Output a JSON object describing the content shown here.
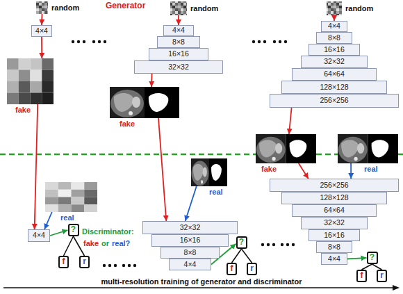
{
  "diagram": {
    "nodes": [
      {
        "text": [
          "random"
        ]
      },
      {
        "text": [
          "random"
        ]
      },
      {
        "text": [
          "random"
        ]
      },
      {
        "text": [
          "4×4"
        ]
      },
      {
        "text": [
          "4×4"
        ]
      },
      {
        "text": [
          "8×8"
        ]
      },
      {
        "text": [
          "16×16"
        ]
      },
      {
        "text": [
          "32×32"
        ]
      },
      {
        "text": [
          "4×4"
        ]
      },
      {
        "text": [
          "8×8"
        ]
      },
      {
        "text": [
          "16×16"
        ]
      },
      {
        "text": [
          "32×32"
        ]
      },
      {
        "text": [
          "64×64"
        ]
      },
      {
        "text": [
          "128×128"
        ]
      },
      {
        "text": [
          "256×256"
        ]
      },
      {
        "text": [
          "fake"
        ]
      },
      {
        "text": [
          "fake"
        ]
      },
      {
        "text": [
          "fake"
        ]
      },
      {
        "text": [
          "real"
        ]
      },
      {
        "text": [
          "real"
        ]
      },
      {
        "text": [
          "real"
        ]
      },
      {
        "text": [
          "4×4"
        ]
      },
      {
        "text": [
          "32×32"
        ]
      },
      {
        "text": [
          "16×16"
        ]
      },
      {
        "text": [
          "8×8"
        ]
      },
      {
        "text": [
          "4×4"
        ]
      },
      {
        "text": [
          "256×256"
        ]
      },
      {
        "text": [
          "128×128"
        ]
      },
      {
        "text": [
          "64×64"
        ]
      },
      {
        "text": [
          "32×32"
        ]
      },
      {
        "text": [
          "16×16"
        ]
      },
      {
        "text": [
          "8×8"
        ]
      },
      {
        "text": [
          "4×4"
        ]
      },
      {
        "text": [
          "?"
        ]
      },
      {
        "text": [
          "f"
        ]
      },
      {
        "text": [
          "r"
        ]
      },
      {
        "text": [
          "?"
        ]
      },
      {
        "text": [
          "f"
        ]
      },
      {
        "text": [
          "r"
        ]
      },
      {
        "text": [
          "?"
        ]
      },
      {
        "text": [
          "f"
        ]
      },
      {
        "text": [
          "r"
        ]
      }
    ],
    "edges": [
      {
        "from": 0,
        "to": 3,
        "arrow": "to"
      },
      {
        "from": 1,
        "to": 4,
        "arrow": "to"
      },
      {
        "from": 2,
        "to": 8,
        "arrow": "to"
      },
      {
        "from": 3,
        "to": 15,
        "arrow": "to"
      },
      {
        "from": 7,
        "to": 16,
        "arrow": "to"
      },
      {
        "from": 14,
        "to": 17,
        "arrow": "to"
      },
      {
        "from": 15,
        "to": 21,
        "arrow": "to"
      },
      {
        "from": 16,
        "to": 22,
        "arrow": "to"
      },
      {
        "from": 17,
        "to": 26,
        "arrow": "to"
      },
      {
        "from": 18,
        "to": 21,
        "arrow": "to"
      },
      {
        "from": 19,
        "to": 22,
        "arrow": "to"
      },
      {
        "from": 20,
        "to": 26,
        "arrow": "to"
      },
      {
        "from": 21,
        "to": 33,
        "arrow": "to"
      },
      {
        "from": 25,
        "to": 36,
        "arrow": "to"
      },
      {
        "from": 32,
        "to": 39,
        "arrow": "to"
      },
      {
        "from": 33,
        "to": 34,
        "arrow": "none"
      },
      {
        "from": 33,
        "to": 35,
        "arrow": "none"
      },
      {
        "from": 36,
        "to": 37,
        "arrow": "none"
      },
      {
        "from": 36,
        "to": 38,
        "arrow": "none"
      },
      {
        "from": 39,
        "to": 40,
        "arrow": "none"
      },
      {
        "from": 39,
        "to": 41,
        "arrow": "none"
      }
    ],
    "labels": [
      "Generator",
      "Discriminator:",
      "fake",
      "or",
      "real?",
      "multi-resolution training of generator and discriminator"
    ]
  }
}
